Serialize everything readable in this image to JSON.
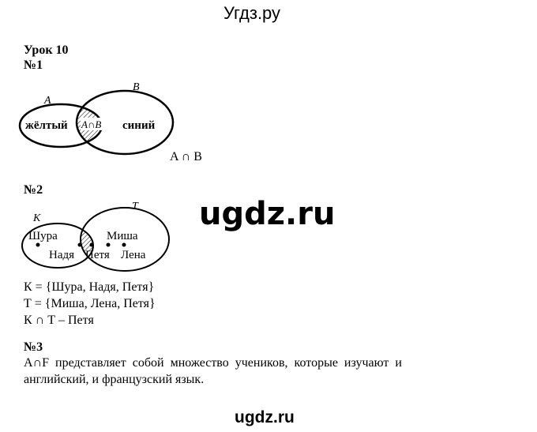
{
  "header": {
    "site": "Угдз.ру"
  },
  "lesson": "Урок 10",
  "task1": {
    "num": "№1",
    "label_a": "A",
    "label_b": "B",
    "left": "жёлтый",
    "middle": "A∩B",
    "right": "синий",
    "answer": "A ∩ B"
  },
  "task2": {
    "num": "№2",
    "label_k": "K",
    "label_t": "T",
    "names": [
      "Шура",
      "Надя",
      "Петя",
      "Миша",
      "Лена"
    ],
    "lines": [
      "К = {Шура, Надя, Петя}",
      "Т = {Миша, Лена, Петя}",
      "К ∩ Т – Петя"
    ]
  },
  "watermark": "ugdz.ru",
  "task3": {
    "num": "№3",
    "line1": "A∩F  представляет  собой  множество  учеников,  которые  изучают  и",
    "line2": "английский, и французский язык."
  },
  "footer": {
    "watermark": "ugdz.ru"
  }
}
